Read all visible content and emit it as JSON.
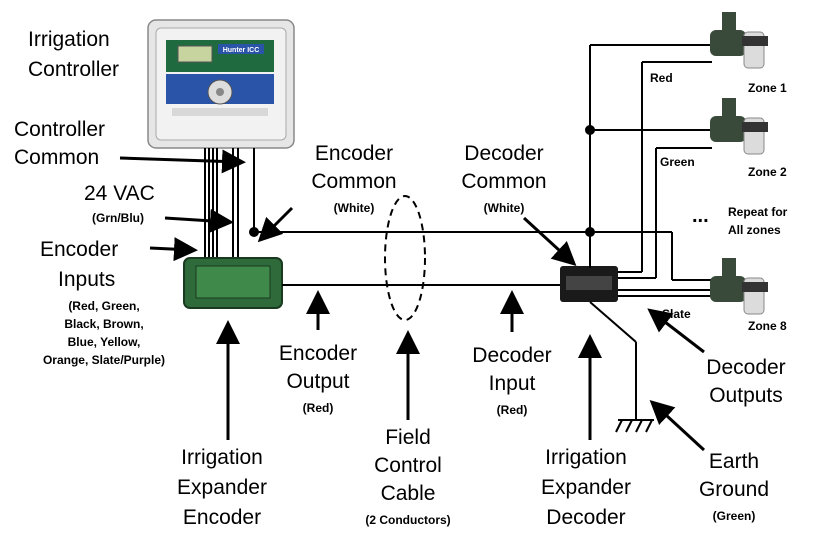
{
  "labels": {
    "irrigation_controller": [
      "Irrigation",
      "Controller"
    ],
    "controller_common": [
      "Controller",
      "Common"
    ],
    "vac_24": "24 VAC",
    "vac_24_colors": "(Grn/Blu)",
    "encoder_inputs": [
      "Encoder",
      "Inputs"
    ],
    "encoder_inputs_colors": [
      "(Red, Green,",
      "Black, Brown,",
      "Blue, Yellow,",
      "Orange, Slate/Purple)"
    ],
    "encoder_common": [
      "Encoder",
      "Common"
    ],
    "encoder_common_color": "(White)",
    "decoder_common": [
      "Decoder",
      "Common"
    ],
    "decoder_common_color": "(White)",
    "encoder_output": [
      "Encoder",
      "Output"
    ],
    "encoder_output_color": "(Red)",
    "field_cable": [
      "Field",
      "Control",
      "Cable"
    ],
    "field_cable_note": "(2 Conductors)",
    "decoder_input": [
      "Decoder",
      "Input"
    ],
    "decoder_input_color": "(Red)",
    "expander_encoder": [
      "Irrigation",
      "Expander",
      "Encoder"
    ],
    "expander_decoder": [
      "Irrigation",
      "Expander",
      "Decoder"
    ],
    "earth_ground": [
      "Earth",
      "Ground"
    ],
    "earth_ground_color": "(Green)",
    "decoder_outputs": [
      "Decoder",
      "Outputs"
    ],
    "wire_red": "Red",
    "wire_green": "Green",
    "wire_slate": "Slate",
    "zone1": "Zone 1",
    "zone2": "Zone 2",
    "zone8": "Zone 8",
    "ellipsis": "...",
    "repeat": [
      "Repeat for",
      "All zones"
    ]
  },
  "controller_brand": "Hunter ICC",
  "colors": {
    "wire": "#000000",
    "controller_body": "#e6e6e6",
    "module_green": "#2f6a3a",
    "decoder_black": "#1a1a1a",
    "valve_green": "#3a4a3a",
    "valve_white": "#dcdcdc"
  }
}
